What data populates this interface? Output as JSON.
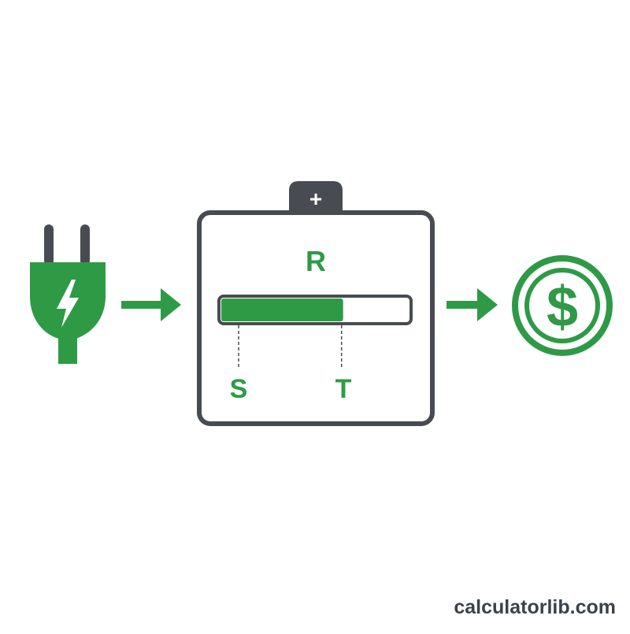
{
  "diagram": {
    "labels": {
      "battery_top": "R",
      "start_marker": "S",
      "target_marker": "T"
    },
    "charge_level": 0.65,
    "battery_terminal_symbol": "+",
    "icons": {
      "source": "plug-icon",
      "source_symbol": "lightning-bolt-icon",
      "flow_1": "arrow-right-icon",
      "storage": "battery-icon",
      "flow_2": "arrow-right-icon",
      "result": "dollar-coin-icon"
    },
    "coin_symbol": "$"
  },
  "colors": {
    "accent": "#2e9a46",
    "outline": "#484c52",
    "background": "#ffffff"
  },
  "footer": {
    "watermark": "calculatorlib.com"
  }
}
